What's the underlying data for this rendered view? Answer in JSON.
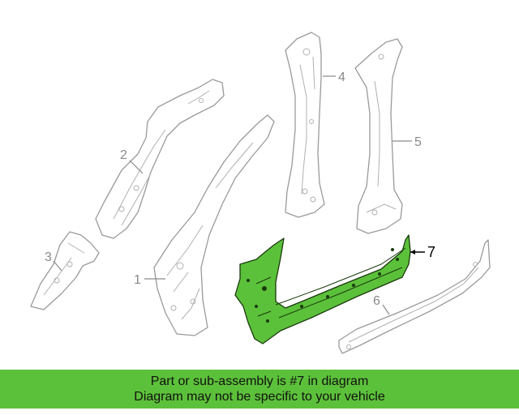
{
  "callouts": [
    {
      "id": "1",
      "label": "1"
    },
    {
      "id": "2",
      "label": "2"
    },
    {
      "id": "3",
      "label": "3"
    },
    {
      "id": "4",
      "label": "4"
    },
    {
      "id": "5",
      "label": "5"
    },
    {
      "id": "6",
      "label": "6"
    },
    {
      "id": "7",
      "label": "7"
    }
  ],
  "highlighted_part": "7",
  "colors": {
    "highlight": "#5cc13a",
    "outline": "#9a9a9a",
    "banner": "#5cc13a"
  },
  "banner": {
    "line1": "Part or sub-assembly is #7 in diagram",
    "line2": "Diagram may not be specific to your vehicle"
  }
}
